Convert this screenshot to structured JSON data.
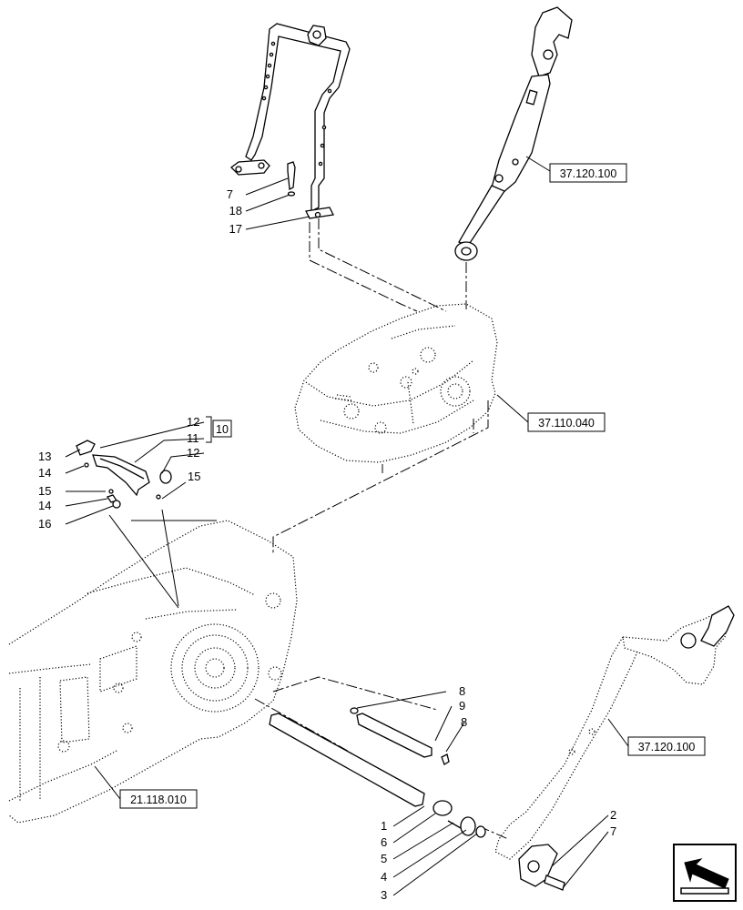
{
  "callouts": {
    "c7a": "7",
    "c18": "18",
    "c17": "17",
    "c12a": "12",
    "c11": "11",
    "c12b": "12",
    "c13": "13",
    "c14a": "14",
    "c15a": "15",
    "c15b": "15",
    "c14b": "14",
    "c16": "16",
    "c8a": "8",
    "c9": "9",
    "c8b": "8",
    "c1": "1",
    "c6": "6",
    "c5": "5",
    "c4": "4",
    "c3": "3",
    "c2": "2",
    "c7b": "7"
  },
  "group_ref": "10",
  "ref_boxes": {
    "r1": "37.120.100",
    "r2": "37.110.040",
    "r3": "37.120.100",
    "r4": "21.118.010"
  },
  "nav_icon": "arrow-down-left-icon"
}
